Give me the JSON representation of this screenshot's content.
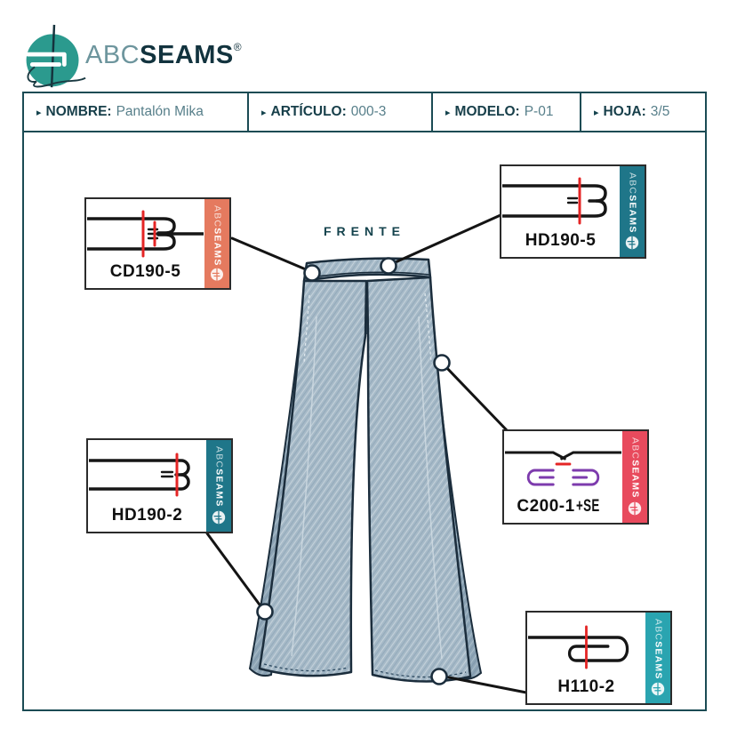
{
  "header": {
    "brand_abc": "ABC",
    "brand_seams": "SEAMS",
    "registered": "®"
  },
  "info_bar": {
    "bullet": "▸",
    "fields": [
      {
        "label": "NOMBRE:",
        "value": "Pantalón Mika"
      },
      {
        "label": "ARTÍCULO:",
        "value": "000-3"
      },
      {
        "label": "MODELO:",
        "value": "P-01"
      },
      {
        "label": "HOJA:",
        "value": "3/5"
      }
    ]
  },
  "view_label": "FRENTE",
  "garment": {
    "name": "Pantalón Mika",
    "view": "FRENTE",
    "type": "wide-leg pants technical flat"
  },
  "callouts": [
    {
      "code": "CD190-5",
      "position": "top-left",
      "strip_color": "#e57a5f"
    },
    {
      "code": "HD190-5",
      "position": "top-right",
      "strip_color": "#1f7689"
    },
    {
      "code": "HD190-2",
      "position": "middle-left",
      "strip_color": "#1f7689"
    },
    {
      "code": "C200-1",
      "suffix": "+SE",
      "position": "middle-right",
      "strip_color": "#e84a5d"
    },
    {
      "code": "H110-2",
      "position": "bottom-right",
      "strip_color": "#2aa4b0"
    }
  ],
  "colors": {
    "logo_teal": "#2b9a8e",
    "dark_teal_text": "#14434d",
    "frame_border": "#1b4b54",
    "value_text": "#577f8a",
    "denim_base": "#a5b9c7",
    "denim_shadow": "#93a9b9",
    "garment_outline": "#1b2d3c",
    "stitch_red": "#e42525",
    "looper_purple": "#7d3bad",
    "diagram_black": "#161616"
  }
}
